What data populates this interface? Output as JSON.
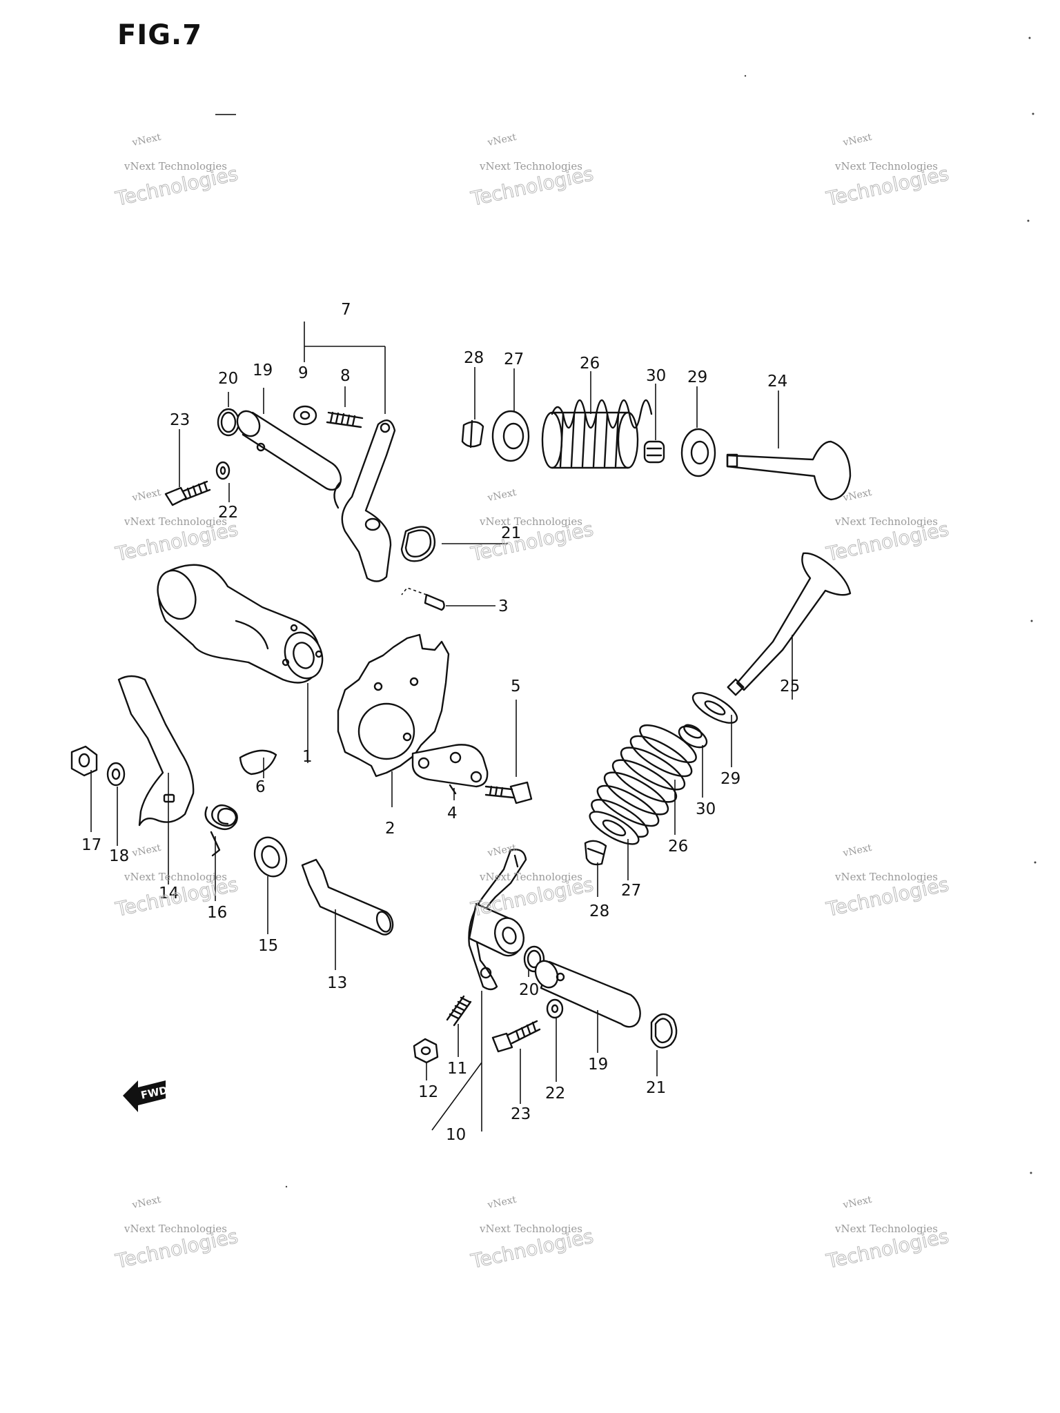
{
  "figure": {
    "title": "FIG.7",
    "fwd_label": "FWD"
  },
  "watermark": {
    "small": "vNext Technologies",
    "line1": "vNext",
    "line2": "Technologies"
  },
  "callouts": {
    "c1": "1",
    "c2": "2",
    "c3": "3",
    "c4": "4",
    "c5": "5",
    "c6": "6",
    "c7": "7",
    "c8": "8",
    "c9": "9",
    "c10": "10",
    "c11": "11",
    "c12": "12",
    "c13": "13",
    "c14": "14",
    "c15": "15",
    "c16": "16",
    "c17": "17",
    "c18": "18",
    "c19a": "19",
    "c19b": "19",
    "c20a": "20",
    "c20b": "20",
    "c21a": "21",
    "c21b": "21",
    "c22a": "22",
    "c22b": "22",
    "c23a": "23",
    "c23b": "23",
    "c24": "24",
    "c25": "25",
    "c26a": "26",
    "c26b": "26",
    "c27a": "27",
    "c27b": "27",
    "c28a": "28",
    "c28b": "28",
    "c29a": "29",
    "c29b": "29",
    "c30a": "30",
    "c30b": "30"
  }
}
